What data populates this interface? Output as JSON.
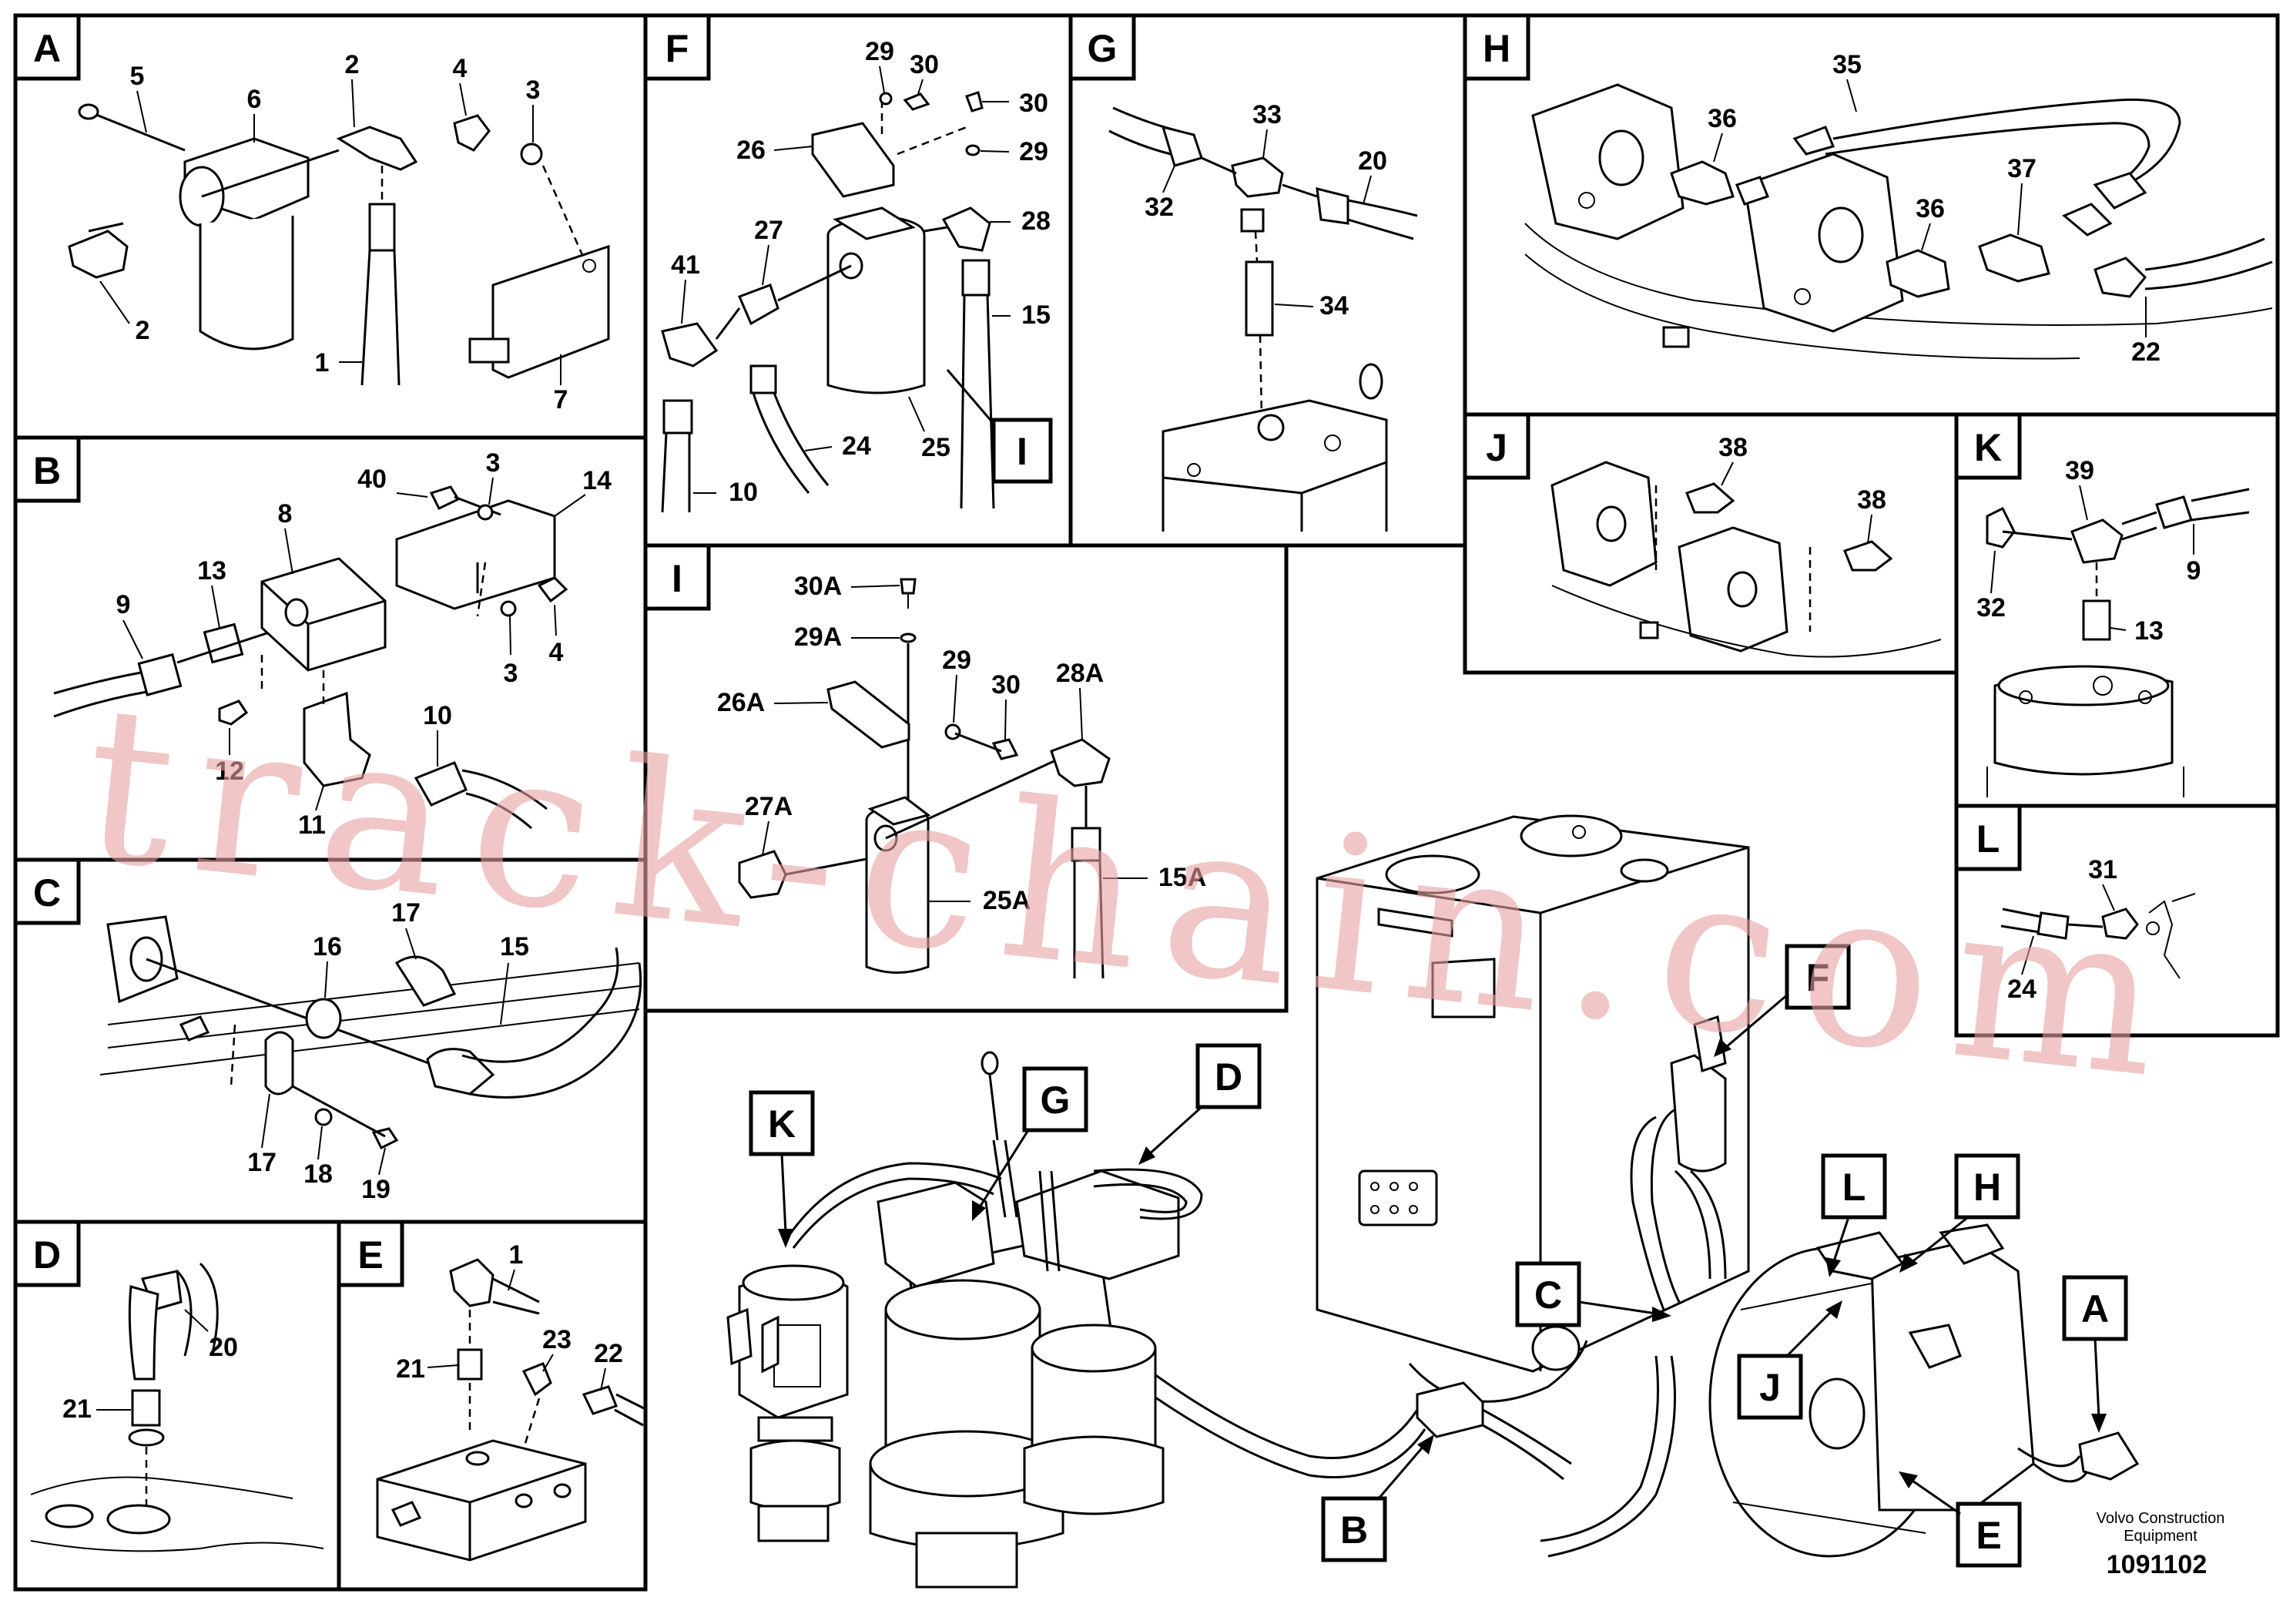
{
  "panels": {
    "A": {
      "label": "A",
      "callouts": [
        "5",
        "6",
        "2",
        "4",
        "3",
        "2",
        "1",
        "7"
      ]
    },
    "B": {
      "label": "B",
      "callouts": [
        "40",
        "3",
        "14",
        "8",
        "13",
        "9",
        "10",
        "12",
        "11",
        "3",
        "4"
      ]
    },
    "C": {
      "label": "C",
      "callouts": [
        "16",
        "17",
        "15",
        "17",
        "18",
        "19"
      ]
    },
    "D": {
      "label": "D",
      "callouts": [
        "20",
        "21"
      ]
    },
    "E": {
      "label": "E",
      "callouts": [
        "1",
        "21",
        "23",
        "22"
      ]
    },
    "F": {
      "label": "F",
      "callouts": [
        "29",
        "30",
        "30",
        "29",
        "26",
        "27",
        "28",
        "41",
        "15",
        "24",
        "25",
        "10"
      ],
      "ref": "I"
    },
    "G": {
      "label": "G",
      "callouts": [
        "33",
        "32",
        "20",
        "34"
      ]
    },
    "H": {
      "label": "H",
      "callouts": [
        "35",
        "36",
        "37",
        "36",
        "22"
      ]
    },
    "I": {
      "label": "I",
      "callouts": [
        "30A",
        "29A",
        "29",
        "30",
        "28A",
        "26A",
        "27A",
        "25A",
        "15A"
      ]
    },
    "J": {
      "label": "J",
      "callouts": [
        "38",
        "38"
      ]
    },
    "K": {
      "label": "K",
      "callouts": [
        "39",
        "9",
        "32",
        "13"
      ]
    },
    "L": {
      "label": "L",
      "callouts": [
        "31",
        "24"
      ]
    }
  },
  "overview": {
    "markers": [
      "K",
      "G",
      "D",
      "F",
      "C",
      "L",
      "H",
      "A",
      "J",
      "B",
      "E"
    ]
  },
  "footer": {
    "company_line1": "Volvo Construction",
    "company_line2": "Equipment",
    "drawing_number": "1091102"
  },
  "watermark": "track-chain.com"
}
